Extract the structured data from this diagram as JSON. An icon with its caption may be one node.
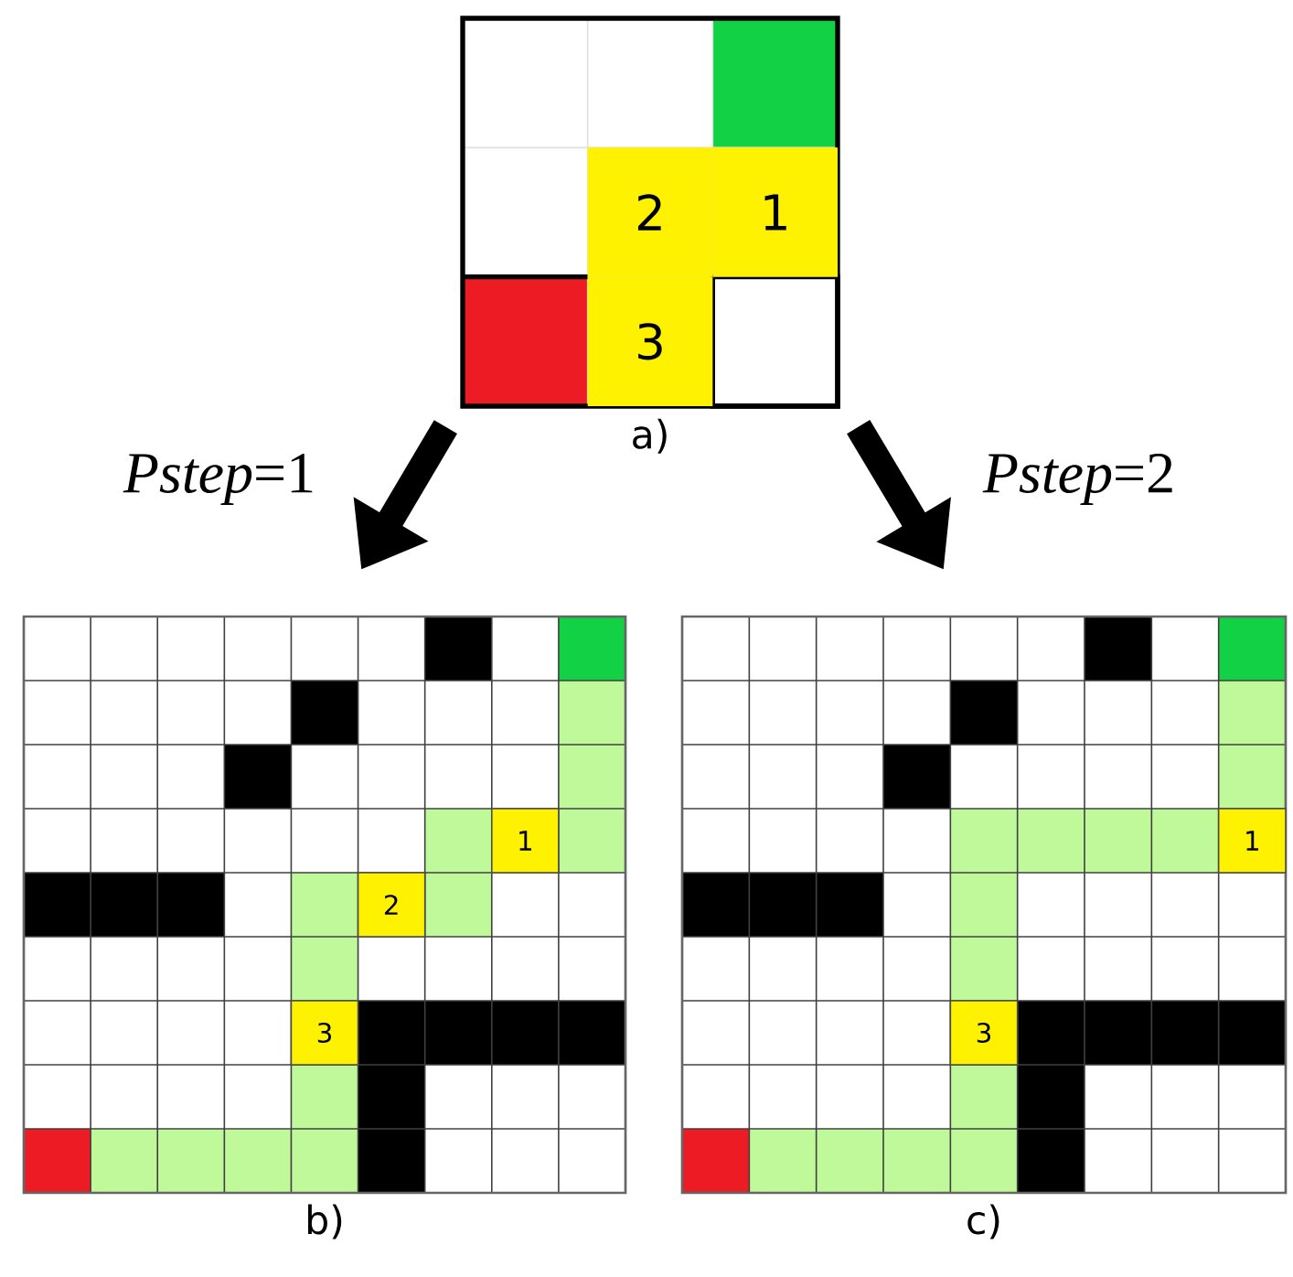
{
  "diagram": {
    "nodes": [
      {
        "text": [
          "a)"
        ]
      },
      {
        "text": [
          "2"
        ],
        "in": 0
      },
      {
        "text": [
          "1"
        ],
        "in": 0
      },
      {
        "text": [
          "3"
        ],
        "in": 0
      },
      {
        "text": [
          "b)"
        ]
      },
      {
        "text": [
          "1"
        ],
        "in": 4
      },
      {
        "text": [
          "2"
        ],
        "in": 4
      },
      {
        "text": [
          "3"
        ],
        "in": 4
      },
      {
        "text": [
          "c)"
        ]
      },
      {
        "text": [
          "1"
        ],
        "in": 8
      },
      {
        "text": [
          "3"
        ],
        "in": 8
      }
    ],
    "edges": [
      {
        "from": 0,
        "to": 4,
        "arrow": "to",
        "label": "*Pstep*=1"
      },
      {
        "from": 0,
        "to": 8,
        "arrow": "to",
        "label": "*Pstep*=2"
      }
    ]
  }
}
